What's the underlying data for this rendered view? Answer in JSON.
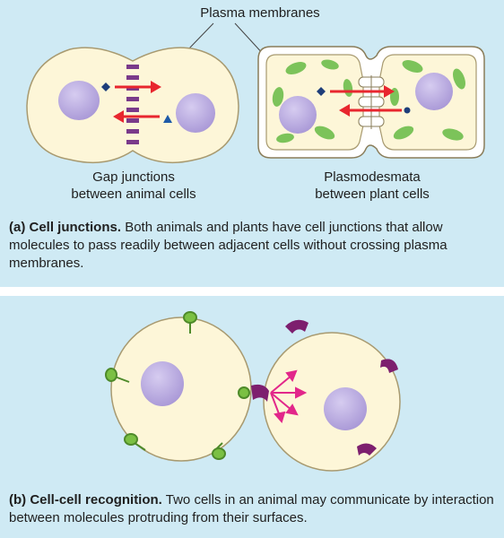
{
  "panel_a": {
    "label_membranes": "Plasma membranes",
    "left_label_line1": "Gap junctions",
    "left_label_line2": "between animal cells",
    "right_label_line1": "Plasmodesmata",
    "right_label_line2": "between plant cells",
    "caption_bold": "(a) Cell junctions.",
    "caption_text": "Both animals and plants have cell junctions that allow molecules to pass readily between adjacent cells without crossing plasma membranes."
  },
  "panel_b": {
    "caption_bold": "(b) Cell-cell recognition.",
    "caption_text": "Two cells in an animal may communicate by interaction between molecules protruding from their surfaces."
  },
  "colors": {
    "panel_bg": "#cfeaf4",
    "cell_fill": "#fdf6d8",
    "cell_stroke": "#a89a70",
    "nucleus": "#b7a9dc",
    "chloroplast": "#7cc35a",
    "arrow": "#e8262e",
    "junction": "#7a3a8a",
    "receptor": "#7d1f6e",
    "ligand": "#7bc043",
    "signal_arrow": "#e2278a"
  }
}
